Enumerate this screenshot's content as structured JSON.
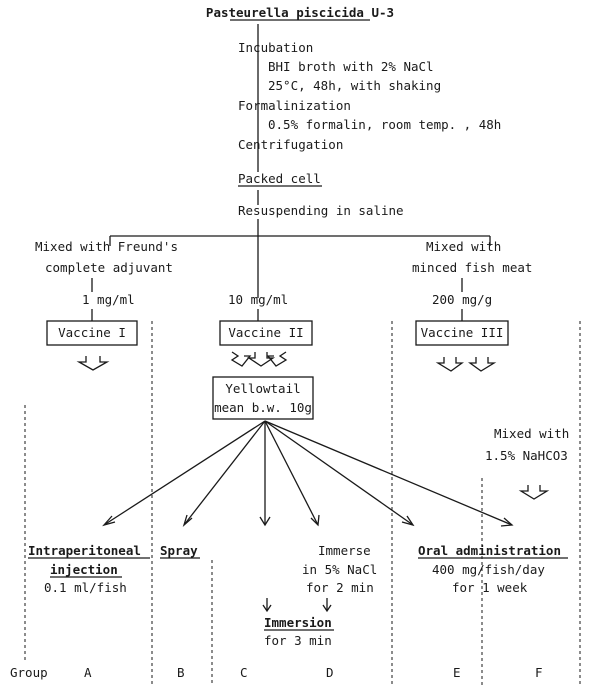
{
  "title": "Pasteurella piscicida U-3",
  "steps": {
    "incubation": "Incubation",
    "incubation_d1": "BHI broth with 2% NaCl",
    "incubation_d2": "25°C, 48h, with shaking",
    "formalinization": "Formalinization",
    "formalinization_d1": "0.5% formalin, room temp. , 48h",
    "centrifugation": "Centrifugation",
    "packed_cell": "Packed cell",
    "resuspending": "Resuspending in saline"
  },
  "branches": {
    "left_l1": "Mixed with Freund's",
    "left_l2": "complete adjuvant",
    "right_l1": "Mixed with",
    "right_l2": "minced fish meat",
    "conc_1": "1 mg/ml",
    "conc_2": "10 mg/ml",
    "conc_3": "200 mg/g"
  },
  "vaccines": {
    "v1": "Vaccine I",
    "v2": "Vaccine II",
    "v3": "Vaccine III"
  },
  "fish": {
    "l1": "Yellowtail",
    "l2": "mean b.w. 10g"
  },
  "oral_prep": {
    "l1": "Mixed with",
    "l2": "1.5% NaHCO3"
  },
  "methods": {
    "ip_l1": "Intraperitoneal",
    "ip_l2": "injection",
    "ip_dose": "0.1 ml/fish",
    "spray": "Spray",
    "immerse_l1": "Immerse",
    "immerse_l2": "in 5% NaCl",
    "immerse_l3": "for 2 min",
    "oral": "Oral administration",
    "oral_l1": "400 mg/fish/day",
    "oral_l2": "for 1 week",
    "immersion": "Immersion",
    "immersion_dur": "for 3 min"
  },
  "groups": {
    "label": "Group",
    "a": "A",
    "b": "B",
    "c": "C",
    "d": "D",
    "e": "E",
    "f": "F"
  }
}
